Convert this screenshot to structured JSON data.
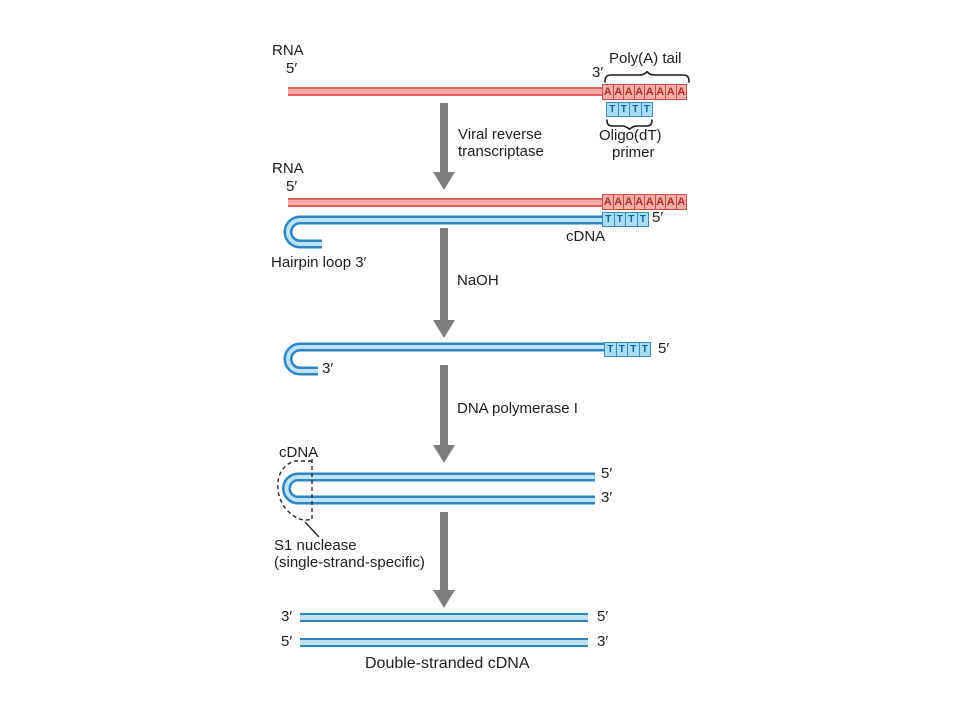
{
  "colors": {
    "text": "#1d1d1d",
    "arrow": "#7d7d7d",
    "rna_border": "#e25f5e",
    "rna_fill": "#f4aba4",
    "dna_border": "#2e86c6",
    "dna_fill": "#bfe2f5",
    "a_fill": "#f3aea7",
    "a_border": "#c64e45",
    "a_text": "#ae2d26",
    "t_fill": "#aadcf4",
    "t_border": "#3389c9",
    "t_text": "#0e62a2"
  },
  "step1": {
    "rna_label": "RNA",
    "five_prime": "5′",
    "three_prime": "3′",
    "polya_label": "Poly(A) tail",
    "a_bases": [
      "A",
      "A",
      "A",
      "A",
      "A",
      "A",
      "A",
      "A"
    ],
    "t_bases": [
      "T",
      "T",
      "T",
      "T"
    ],
    "oligo_line1": "Oligo(dT)",
    "oligo_line2": "primer"
  },
  "arrow1": {
    "line1": "Viral reverse",
    "line2": "transcriptase"
  },
  "step2": {
    "rna_label": "RNA",
    "five_prime": "5′",
    "a_bases": [
      "A",
      "A",
      "A",
      "A",
      "A",
      "A",
      "A",
      "A"
    ],
    "t_bases": [
      "T",
      "T",
      "T",
      "T"
    ],
    "five_prime_right": "5′",
    "cdna_label": "cDNA",
    "hairpin_label": "Hairpin loop 3′"
  },
  "arrow2": {
    "line1": "NaOH"
  },
  "step3": {
    "three_prime": "3′",
    "t_bases": [
      "T",
      "T",
      "T",
      "T"
    ],
    "five_prime": "5′"
  },
  "arrow3": {
    "line1": "DNA polymerase I"
  },
  "step4": {
    "cdna_label": "cDNA",
    "five_prime": "5′",
    "three_prime": "3′",
    "s1_line1": "S1 nuclease",
    "s1_line2": "(single-strand-specific)"
  },
  "step5": {
    "top_left": "3′",
    "top_right": "5′",
    "bottom_left": "5′",
    "bottom_right": "3′",
    "caption": "Double-stranded cDNA"
  }
}
